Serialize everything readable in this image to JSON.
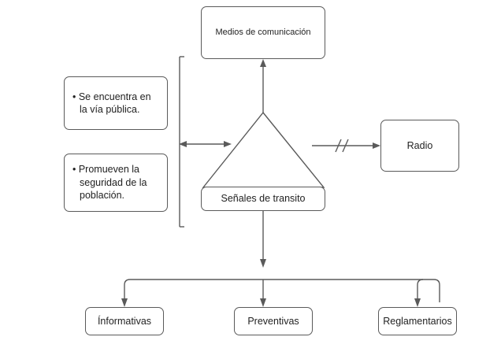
{
  "diagram": {
    "title_node": {
      "label": "Medios de comunicación"
    },
    "central_node": {
      "label": "Señales de transito"
    },
    "side_node": {
      "label": "Radio"
    },
    "attributes": [
      {
        "label": "• Se encuentra en la vía pública."
      },
      {
        "label": "• Promueven la seguridad de la población."
      }
    ],
    "categories": [
      {
        "label": "Ínformativas"
      },
      {
        "label": "Preventivas"
      },
      {
        "label": "Reglamentarios"
      }
    ],
    "connectors": {
      "break_mark": "//",
      "bracket": "vertical-bracket",
      "up_arrow": "arrow-to-medios",
      "double_arrow": "bidirectional-arrow",
      "down_arrow": "arrow-to-categories"
    },
    "colors": {
      "stroke": "#5a5a5a",
      "text": "#222222",
      "background": "#ffffff"
    }
  }
}
